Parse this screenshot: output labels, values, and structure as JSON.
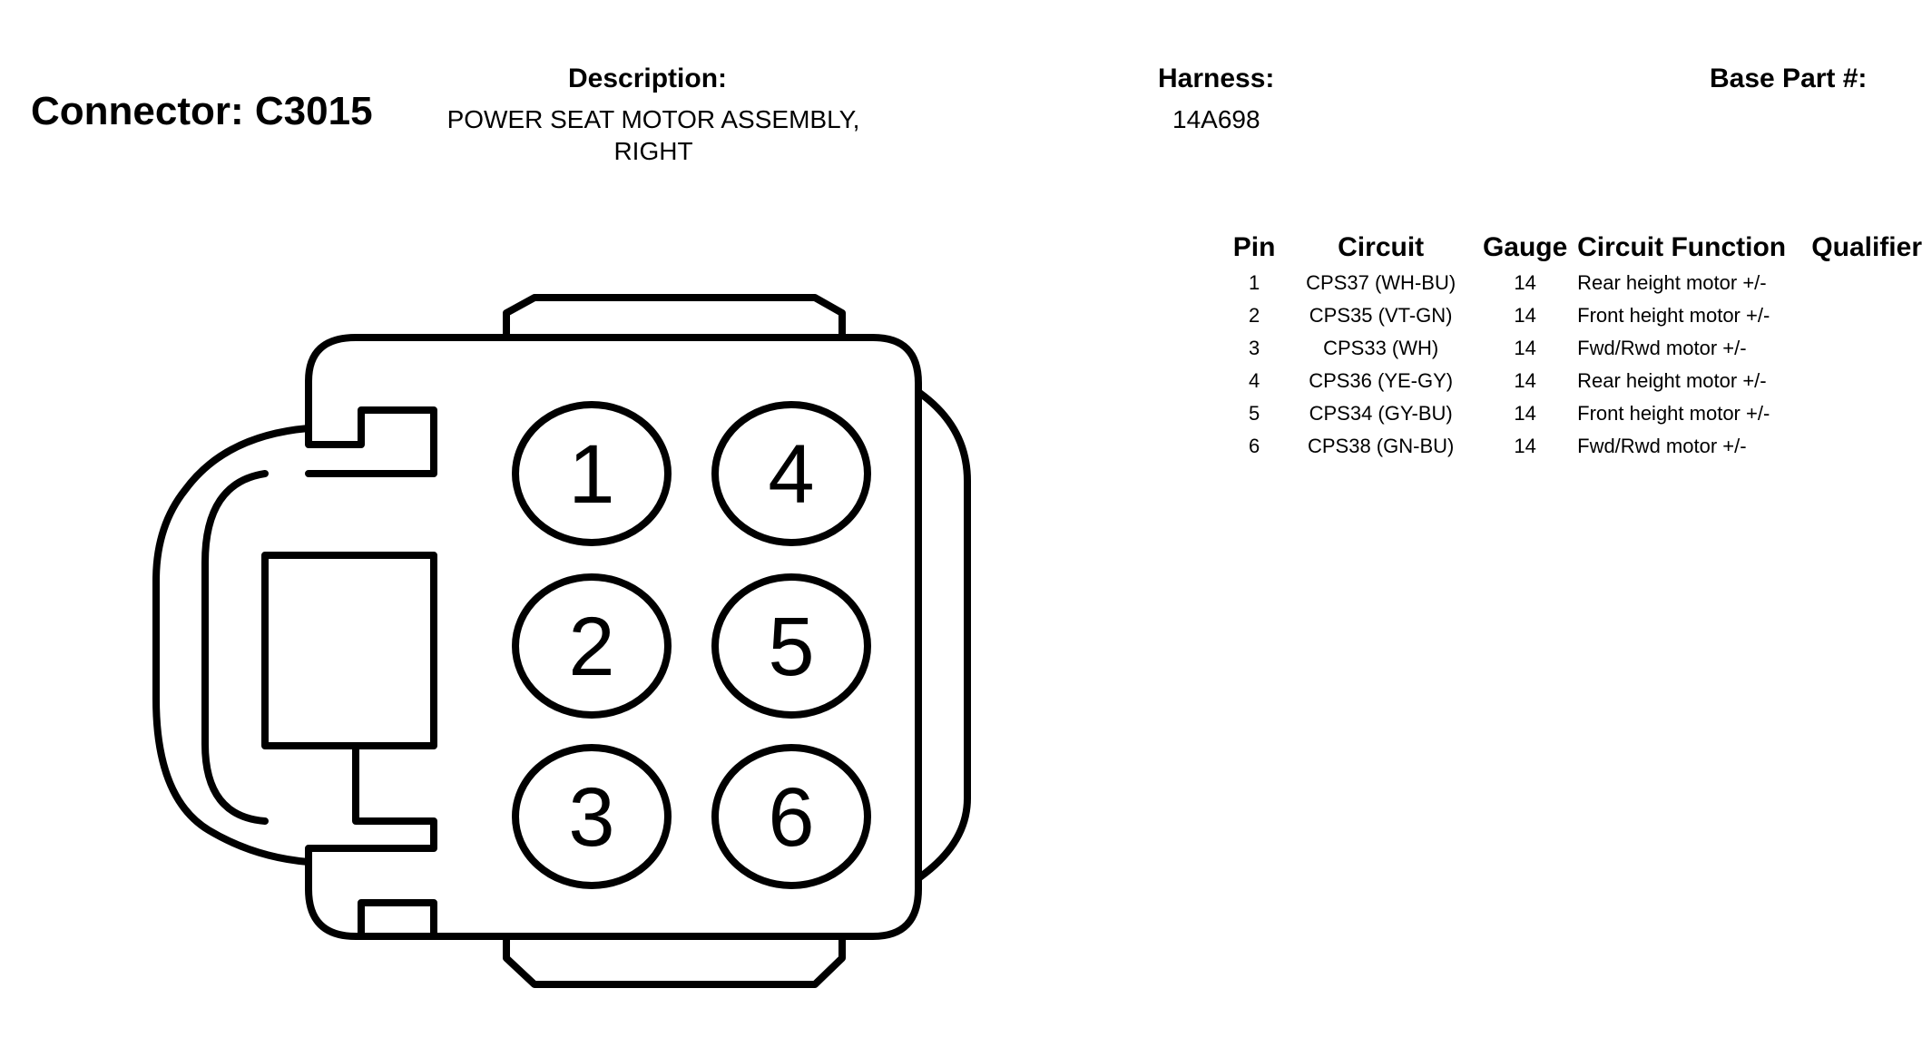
{
  "connector": {
    "label": "Connector: C3015"
  },
  "description": {
    "label": "Description:",
    "value": "POWER SEAT MOTOR ASSEMBLY, RIGHT"
  },
  "harness": {
    "label": "Harness:",
    "value": "14A698"
  },
  "base_part": {
    "label": "Base Part #:"
  },
  "table": {
    "headers": {
      "pin": "Pin",
      "circuit": "Circuit",
      "gauge": "Gauge",
      "function": "Circuit Function",
      "qualifier": "Qualifier"
    },
    "rows": [
      {
        "pin": "1",
        "circuit": "CPS37 (WH-BU)",
        "gauge": "14",
        "function": "Rear height motor +/-",
        "qualifier": ""
      },
      {
        "pin": "2",
        "circuit": "CPS35 (VT-GN)",
        "gauge": "14",
        "function": "Front height motor +/-",
        "qualifier": ""
      },
      {
        "pin": "3",
        "circuit": "CPS33 (WH)",
        "gauge": "14",
        "function": "Fwd/Rwd motor +/-",
        "qualifier": ""
      },
      {
        "pin": "4",
        "circuit": "CPS36 (YE-GY)",
        "gauge": "14",
        "function": "Rear height motor +/-",
        "qualifier": ""
      },
      {
        "pin": "5",
        "circuit": "CPS34 (GY-BU)",
        "gauge": "14",
        "function": "Front height motor +/-",
        "qualifier": ""
      },
      {
        "pin": "6",
        "circuit": "CPS38 (GN-BU)",
        "gauge": "14",
        "function": "Fwd/Rwd motor +/-",
        "qualifier": ""
      }
    ]
  },
  "diagram": {
    "pins": [
      {
        "label": "1"
      },
      {
        "label": "4"
      },
      {
        "label": "2"
      },
      {
        "label": "5"
      },
      {
        "label": "3"
      },
      {
        "label": "6"
      }
    ]
  }
}
